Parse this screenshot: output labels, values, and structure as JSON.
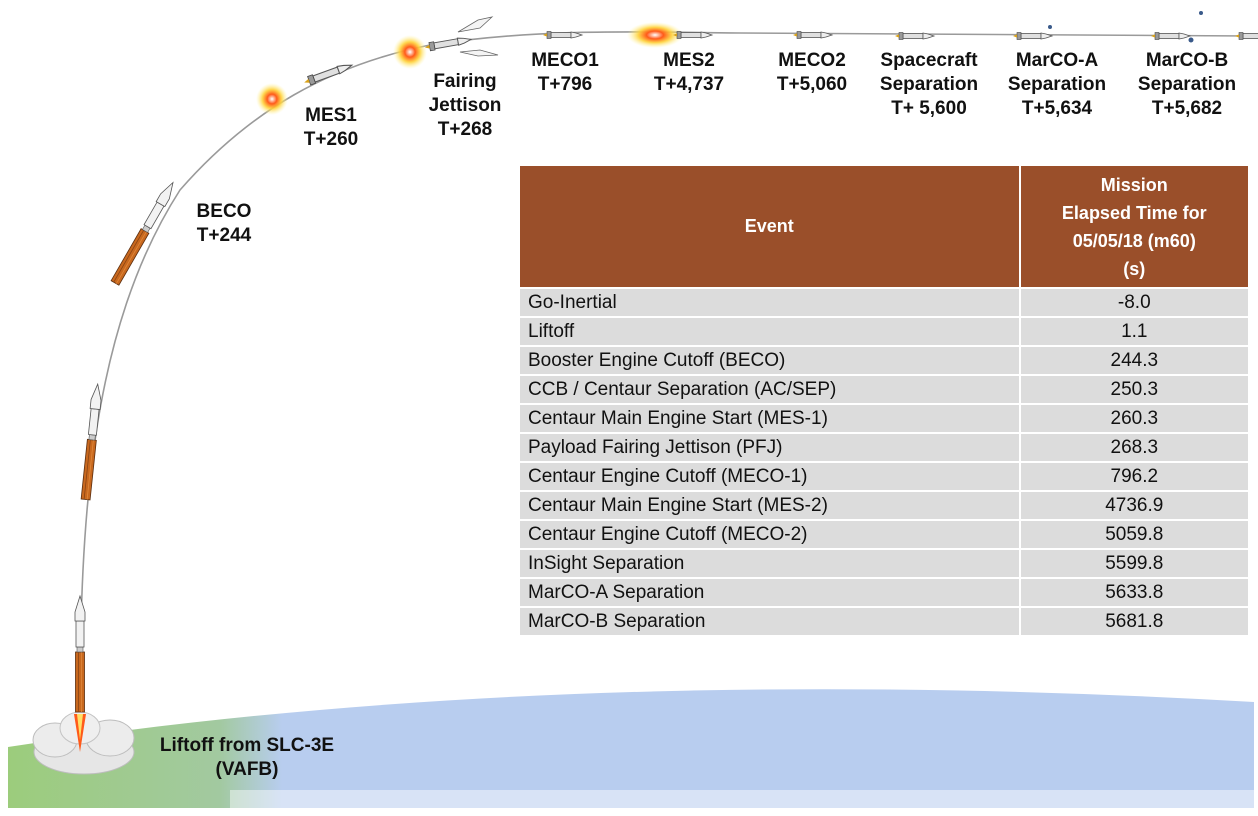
{
  "milestones": {
    "beco": [
      "BECO",
      "T+244"
    ],
    "mes1": [
      "MES1",
      "T+260"
    ],
    "fairing": [
      "Fairing",
      "Jettison",
      "T+268"
    ],
    "meco1": [
      "MECO1",
      "T+796"
    ],
    "mes2": [
      "MES2",
      "T+4,737"
    ],
    "meco2": [
      "MECO2",
      "T+5,060"
    ],
    "spacecraft_sep": [
      "Spacecraft",
      "Separation",
      "T+ 5,600"
    ],
    "marco_a_sep": [
      "MarCO-A",
      "Separation",
      "T+5,634"
    ],
    "marco_b_sep": [
      "MarCO-B",
      "Separation",
      "T+5,682"
    ],
    "liftoff": [
      "Liftoff from SLC-3E",
      "(VAFB)"
    ]
  },
  "table": {
    "header_event": "Event",
    "header_met": [
      "Mission",
      "Elapsed Time for",
      "05/05/18 (m60)",
      "(s)"
    ],
    "rows": [
      {
        "event": "Go-Inertial",
        "time": "-8.0"
      },
      {
        "event": "Liftoff",
        "time": "1.1"
      },
      {
        "event": "Booster Engine Cutoff (BECO)",
        "time": "244.3"
      },
      {
        "event": "CCB / Centaur Separation (AC/SEP)",
        "time": "250.3"
      },
      {
        "event": "Centaur Main Engine Start (MES-1)",
        "time": "260.3"
      },
      {
        "event": "Payload Fairing Jettison (PFJ)",
        "time": "268.3"
      },
      {
        "event": "Centaur Engine Cutoff (MECO-1)",
        "time": "796.2"
      },
      {
        "event": "Centaur Main Engine Start (MES-2)",
        "time": "4736.9"
      },
      {
        "event": "Centaur Engine Cutoff (MECO-2)",
        "time": "5059.8"
      },
      {
        "event": "InSight Separation",
        "time": "5599.8"
      },
      {
        "event": "MarCO-A Separation",
        "time": "5633.8"
      },
      {
        "event": "MarCO-B Separation",
        "time": "5681.8"
      }
    ]
  },
  "colors": {
    "header_bg": "#9a4f2a",
    "row_bg": "#dcdcdc",
    "sky": "#b8cdef",
    "ground": "#9ccc7c",
    "booster": "#c8681e",
    "trajectory": "#9a9a9a"
  }
}
